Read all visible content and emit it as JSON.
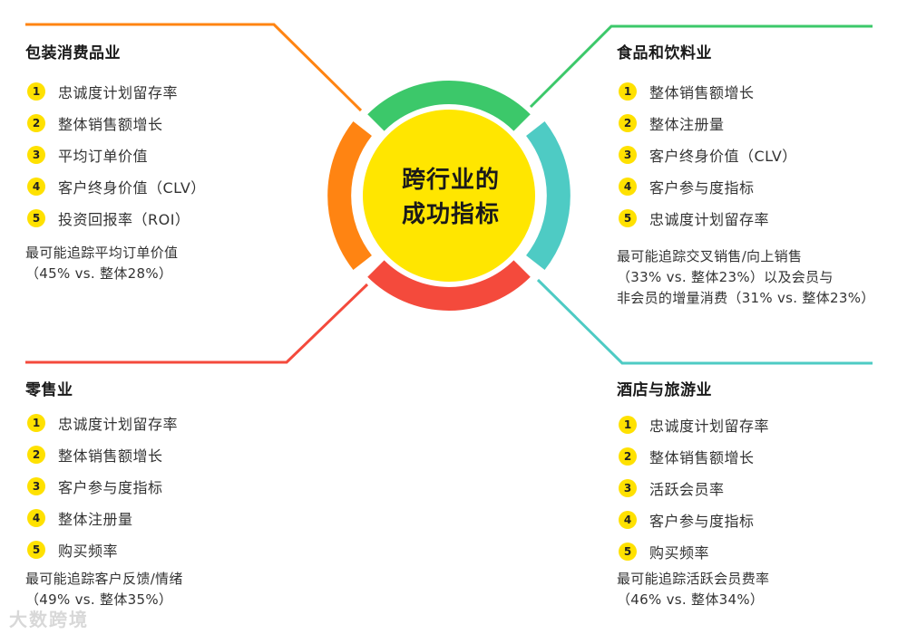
{
  "hub": {
    "title_line1": "跨行业的",
    "title_line2": "成功指标",
    "colors": {
      "center": "#ffe600",
      "arc_top": "#3cc86a",
      "arc_right": "#4ecbc4",
      "arc_bottom": "#f44a3c",
      "arc_left": "#ff8412"
    }
  },
  "panels": {
    "cpg": {
      "title": "包装消费品业",
      "color": "#ff8412",
      "items": [
        {
          "num": "1",
          "label": "忠诚度计划留存率"
        },
        {
          "num": "2",
          "label": "整体销售额增长"
        },
        {
          "num": "3",
          "label": "平均订单价值"
        },
        {
          "num": "4",
          "label": "客户终身价值（CLV）"
        },
        {
          "num": "5",
          "label": "投资回报率（ROI）"
        }
      ],
      "note": "最可能追踪平均订单价值\n（45% vs. 整体28%）"
    },
    "food": {
      "title": "食品和饮料业",
      "color": "#3cc86a",
      "items": [
        {
          "num": "1",
          "label": "整体销售额增长"
        },
        {
          "num": "2",
          "label": "整体注册量"
        },
        {
          "num": "3",
          "label": "客户终身价值（CLV）"
        },
        {
          "num": "4",
          "label": "客户参与度指标"
        },
        {
          "num": "5",
          "label": "忠诚度计划留存率"
        }
      ],
      "note": "最可能追踪交叉销售/向上销售\n（33% vs. 整体23%）以及会员与\n非会员的增量消费（31% vs. 整体23%）"
    },
    "retail": {
      "title": "零售业",
      "color": "#f44a3c",
      "items": [
        {
          "num": "1",
          "label": "忠诚度计划留存率"
        },
        {
          "num": "2",
          "label": "整体销售额增长"
        },
        {
          "num": "3",
          "label": "客户参与度指标"
        },
        {
          "num": "4",
          "label": "整体注册量"
        },
        {
          "num": "5",
          "label": "购买频率"
        }
      ],
      "note": "最可能追踪客户反馈/情绪\n（49% vs. 整体35%）"
    },
    "hotel": {
      "title": "酒店与旅游业",
      "color": "#4ecbc4",
      "items": [
        {
          "num": "1",
          "label": "忠诚度计划留存率"
        },
        {
          "num": "2",
          "label": "整体销售额增长"
        },
        {
          "num": "3",
          "label": "活跃会员率"
        },
        {
          "num": "4",
          "label": "客户参与度指标"
        },
        {
          "num": "5",
          "label": "购买频率"
        }
      ],
      "note": "最可能追踪活跃会员费率\n（46% vs. 整体34%）"
    }
  },
  "watermark": "大数跨境",
  "badge_color": "#ffe100"
}
